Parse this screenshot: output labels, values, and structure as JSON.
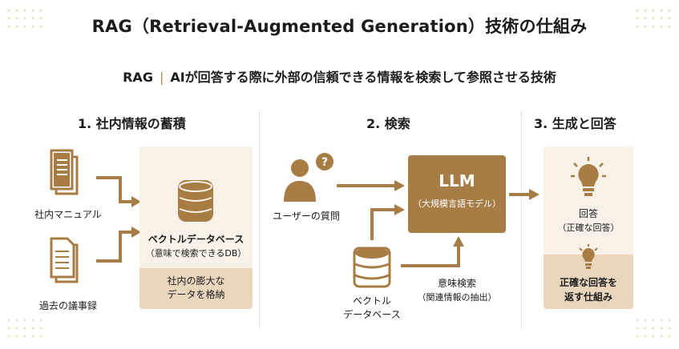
{
  "title": "RAG（Retrieval-Augmented Generation）技術の仕組み",
  "subtitle": {
    "term": "RAG",
    "separator": "|",
    "definition": "AIが回答する際に外部の信頼できる情報を検索して参照させる技術"
  },
  "sections": {
    "s1": "1. 社内情報の蓄積",
    "s2": "2. 検索",
    "s3": "3. 生成と回答"
  },
  "step1": {
    "doc1_label": "社内マニュアル",
    "doc2_label": "過去の議事録",
    "db_label": "ベクトルデータベース",
    "db_sub": "（意味で検索できるDB）",
    "store_line1": "社内の膨大な",
    "store_line2": "データを格納"
  },
  "step2": {
    "user_label": "ユーザーの質問",
    "llm_title": "LLM",
    "llm_sub": "（大規模言語モデル）",
    "db_line1": "ベクトル",
    "db_line2": "データベース",
    "search_line1": "意味検索",
    "search_line2": "（関連情報の抽出）"
  },
  "step3": {
    "answer_line1": "回答",
    "answer_line2": "（正確な回答）",
    "return_line1": "正確な回答を",
    "return_line2": "返す仕組み"
  },
  "colors": {
    "accent": "#a77c45",
    "panel": "#f7f1e8",
    "panel_dark": "#e9d6bd",
    "divider": "#d9c9b2"
  }
}
